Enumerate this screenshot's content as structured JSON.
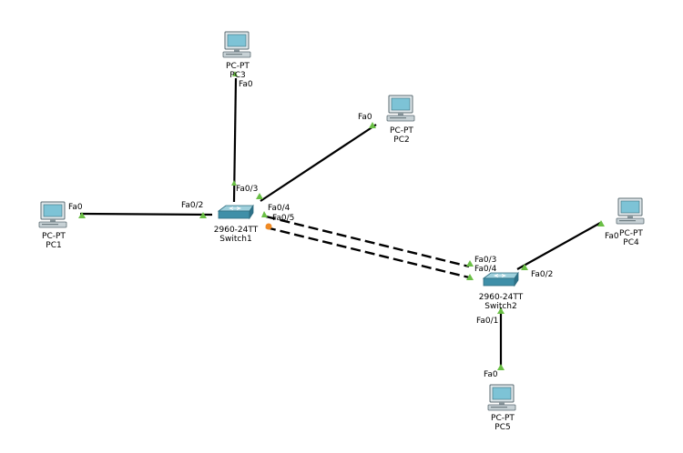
{
  "devices": {
    "pc0": {
      "model": "PC-PT",
      "name": "PC3",
      "icon": "pc-icon"
    },
    "pc2": {
      "model": "PC-PT",
      "name": "PC2",
      "icon": "pc-icon"
    },
    "pc1": {
      "model": "PC-PT",
      "name": "PC1",
      "icon": "pc-icon"
    },
    "pc4": {
      "model": "PC-PT",
      "name": "PC4",
      "icon": "pc-icon"
    },
    "pc5": {
      "model": "PC-PT",
      "name": "PC5",
      "icon": "pc-icon"
    },
    "switch1": {
      "model": "2960-24TT",
      "name": "Switch1",
      "icon": "switch-icon"
    },
    "switch2": {
      "model": "2960-24TT",
      "name": "Switch2",
      "icon": "switch-icon"
    }
  },
  "ports": {
    "pc0_fa0": "Fa0",
    "sw1_fa0_3": "Fa0/3",
    "pc2_fa0": "Fa0",
    "sw1_fa0_4": "Fa0/4",
    "pc1_fa0": "Fa0",
    "sw1_fa0_2": "Fa0/2",
    "sw1_fa0_5": "Fa0/5",
    "sw2_fa0_3": "Fa0/3",
    "sw2_fa0_4": "Fa0/4",
    "pc4_fa0": "Fa0",
    "sw2_fa0_2": "Fa0/2",
    "sw2_fa0_1": "Fa0/1",
    "pc5_fa0": "Fa0"
  },
  "colors": {
    "link": "#000000",
    "port_up": "#6abf45",
    "port_blocking": "#f08a24",
    "monitor": "#7dc3d6",
    "switch_body": "#3f8fa8"
  }
}
